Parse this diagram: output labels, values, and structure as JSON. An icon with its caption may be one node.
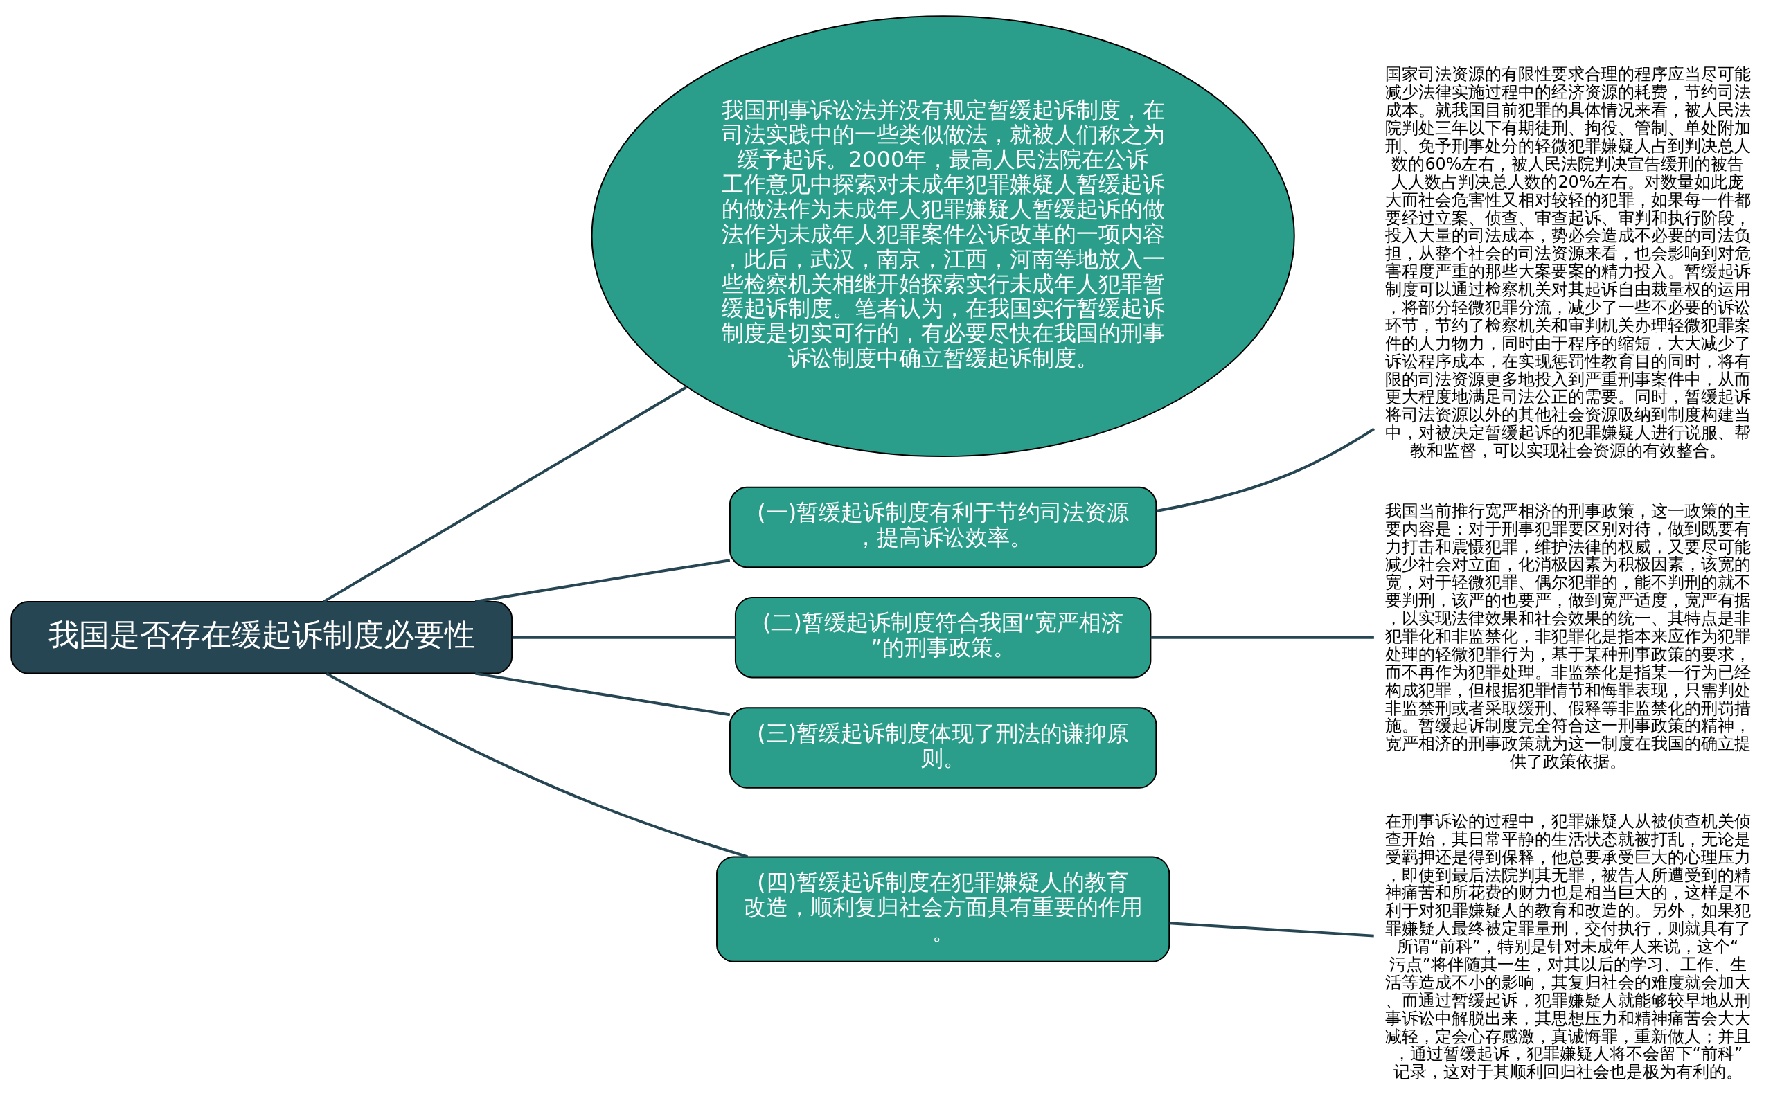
{
  "diagram": {
    "nodes": [
      {
        "text": [
          "我国是否存在缓起诉制度必要性"
        ]
      },
      {
        "text": [
          "我国刑事诉讼法并没有规定暂缓起诉制度，在司法实践中的一些类似做法，就被人们称之为缓予起诉。2000年，最高人民法院在公诉工作意见中探索对未成年犯罪嫌疑人暂缓起诉的做法作为未成年人犯罪嫌疑人暂缓起诉的做法作为未成年人犯罪案件公诉改革的一项内容，此后，武汉，南京，江西，河南等地放入一些检察机关相继开始探索实行未成年人犯罪暂缓起诉制度。笔者认为，在我国实行暂缓起诉制度是切实可行的，有必要尽快在我国的刑事诉讼制度中确立暂缓起诉制度。"
        ]
      },
      {
        "text": [
          "(一)暂缓起诉制度有利于节约司法资源，提高诉讼效率。"
        ]
      },
      {
        "text": [
          "国家司法资源的有限性要求合理的程序应当尽可能减少法律实施过程中的经济资源的耗费，节约司法成本。就我国目前犯罪的具体情况来看，被人民法院判处三年以下有期徒刑、拘役、管制、单处附加刑、免予刑事处分的轻微犯罪嫌疑人占到判决总人数的60%左右，被人民法院判决宣告缓刑的被告人人数占判决总人数的20%左右。对数量如此庞大而社会危害性又相对较轻的犯罪，如果每一件都要经过立案、侦查、审查起诉、审判和执行阶段，投入大量的司法成本，势必会造成不必要的司法负担，从整个社会的司法资源来看，也会影响到对危害程度严重的那些大案要案的精力投入。暂缓起诉制度可以通过检察机关对其起诉自由裁量权的运用，将部分轻微犯罪分流，减少了一些不必要的诉讼环节，节约了检察机关和审判机关办理轻微犯罪案件的人力物力，同时由于程序的缩短，大大减少了诉讼程序成本，在实现惩罚性教育目的同时，将有限的司法资源更多地投入到严重刑事案件中，从而更大程度地满足司法公正的需要。同时，暂缓起诉将司法资源以外的其他社会资源吸纳到制度构建当中，对被决定暂缓起诉的犯罪嫌疑人进行说服、帮教和监督，可以实现社会资源的有效整合。"
        ]
      },
      {
        "text": [
          "(二)暂缓起诉制度符合我国“宽严相济”的刑事政策。"
        ]
      },
      {
        "text": [
          "我国当前推行宽严相济的刑事政策，这一政策的主要内容是：对于刑事犯罪要区别对待，做到既要有力打击和震慑犯罪，维护法律的权威，又要尽可能减少社会对立面，化消极因素为积极因素，该宽的宽，对于轻微犯罪、偶尔犯罪的，能不判刑的就不要判刑，该严的也要严，做到宽严适度，宽严有据，以实现法律效果和社会效果的统一、其特点是非犯罪化和非监禁化，非犯罪化是指本来应作为犯罪处理的轻微犯罪行为，基于某种刑事政策的要求，而不再作为犯罪处理。非监禁化是指某一行为已经构成犯罪，但根据犯罪情节和悔罪表现，只需判处非监禁刑或者采取缓刑、假释等非监禁化的刑罚措施。暂缓起诉制度完全符合这一刑事政策的精神，宽严相济的刑事政策就为这一制度在我国的确立提供了政策依据。"
        ]
      },
      {
        "text": [
          "(三)暂缓起诉制度体现了刑法的谦抑原则。"
        ]
      },
      {
        "text": [
          "(四)暂缓起诉制度在犯罪嫌疑人的教育改造，顺利复归社会方面具有重要的作用。"
        ]
      },
      {
        "text": [
          "在刑事诉讼的过程中，犯罪嫌疑人从被侦查机关侦查开始，其日常平静的生活状态就被打乱，无论是受羁押还是得到保释，他总要承受巨大的心理压力，即使到最后法院判其无罪，被告人所遭受到的精神痛苦和所花费的财力也是相当巨大的，这样是不利于对犯罪嫌疑人的教育和改造的。另外，如果犯罪嫌疑人最终被定罪量刑，交付执行，则就具有了所谓“前科”，特别是针对未成年人来说，这个“污点”将伴随其一生，对其以后的学习、工作、生活等造成不小的影响，其复归社会的难度就会加大、而通过暂缓起诉，犯罪嫌疑人就能够较早地从刑事诉讼中解脱出来，其思想压力和精神痛苦会大大减轻，定会心存感激，真诚悔罪，重新做人；并且，通过暂缓起诉，犯罪嫌疑人将不会留下“前科”记录，这对于其顺利回归社会也是极为有利的。"
        ]
      }
    ],
    "edges": [
      {
        "from": 0,
        "to": 1,
        "arrow": "none"
      },
      {
        "from": 0,
        "to": 2,
        "arrow": "none"
      },
      {
        "from": 2,
        "to": 3,
        "arrow": "none"
      },
      {
        "from": 0,
        "to": 4,
        "arrow": "none"
      },
      {
        "from": 4,
        "to": 5,
        "arrow": "none"
      },
      {
        "from": 0,
        "to": 6,
        "arrow": "none"
      },
      {
        "from": 0,
        "to": 7,
        "arrow": "none"
      },
      {
        "from": 7,
        "to": 8,
        "arrow": "none"
      }
    ]
  }
}
